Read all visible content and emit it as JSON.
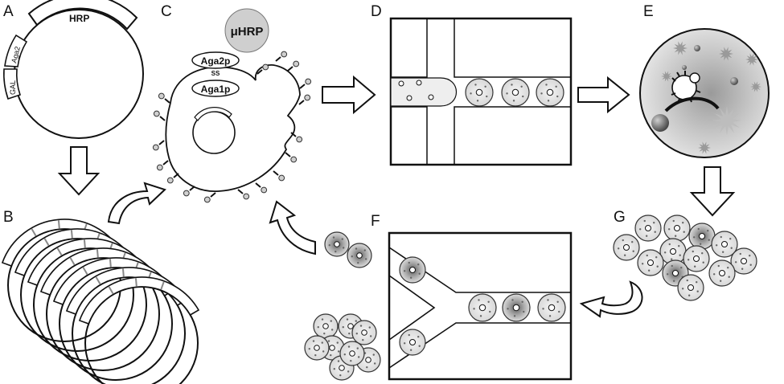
{
  "panels": {
    "a": "A",
    "b": "B",
    "c": "C",
    "d": "D",
    "e": "E",
    "f": "F",
    "g": "G"
  },
  "plasmid": {
    "gene_label": "HRP",
    "tag_label": "Aga2",
    "promoter_label": "GAL"
  },
  "surface_display": {
    "enzyme_label": "μHRP",
    "anchor_top_label": "Aga2p",
    "anchor_bottom_label": "Aga1p",
    "disulfide_label": "SS"
  },
  "colors": {
    "outline": "#111111",
    "droplet_fill": "#e6e6e6",
    "enzyme_fill": "#cfcfcf",
    "background": "#ffffff"
  }
}
